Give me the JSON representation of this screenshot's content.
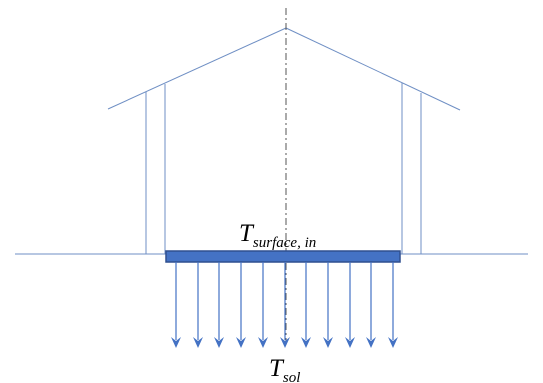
{
  "labels": {
    "surface_main": "T",
    "surface_sub": "surface, in",
    "soil_main": "T",
    "soil_sub": "sol"
  },
  "colors": {
    "outline": "#6f8fc4",
    "slab_fill": "#4472c4",
    "slab_border": "#2f4f8f",
    "arrow": "#4472c4",
    "axis": "#555555"
  }
}
